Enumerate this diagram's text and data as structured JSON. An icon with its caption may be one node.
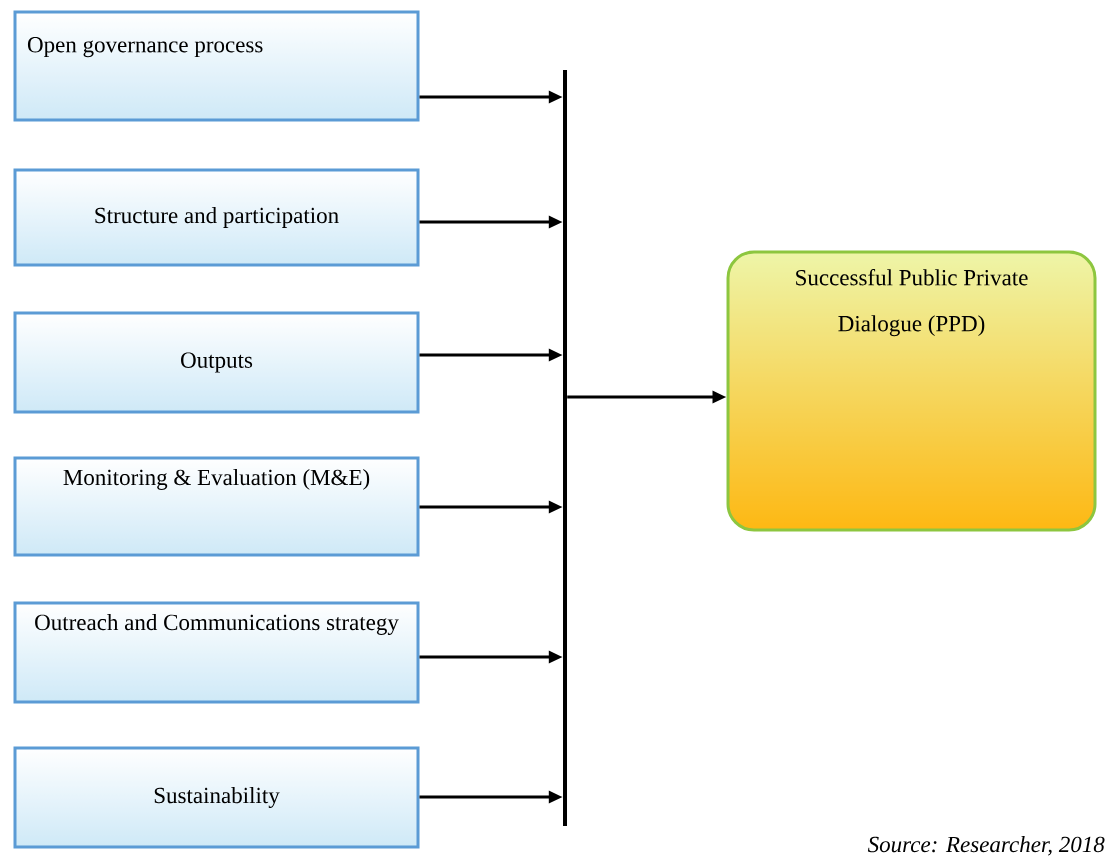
{
  "diagram": {
    "nodes": [
      {
        "text": [
          "Open governance process"
        ]
      },
      {
        "text": [
          "Structure and participation"
        ]
      },
      {
        "text": [
          "Outputs"
        ]
      },
      {
        "text": [
          "Monitoring & Evaluation (M&E)"
        ]
      },
      {
        "text": [
          "Outreach and Communications strategy"
        ]
      },
      {
        "text": [
          "Sustainability"
        ]
      },
      {
        "text": [],
        "shape": "bar"
      },
      {
        "text": [
          "Successful Public Private Dialogue (PPD)"
        ]
      }
    ],
    "edges": [
      {
        "from": 0,
        "to": 6,
        "arrow": "to"
      },
      {
        "from": 1,
        "to": 6,
        "arrow": "to"
      },
      {
        "from": 2,
        "to": 6,
        "arrow": "to"
      },
      {
        "from": 3,
        "to": 6,
        "arrow": "to"
      },
      {
        "from": 4,
        "to": 6,
        "arrow": "to"
      },
      {
        "from": 5,
        "to": 6,
        "arrow": "to"
      },
      {
        "from": 6,
        "to": 7,
        "arrow": "to"
      }
    ],
    "labels": [
      "Source: Researcher, 2018"
    ]
  }
}
